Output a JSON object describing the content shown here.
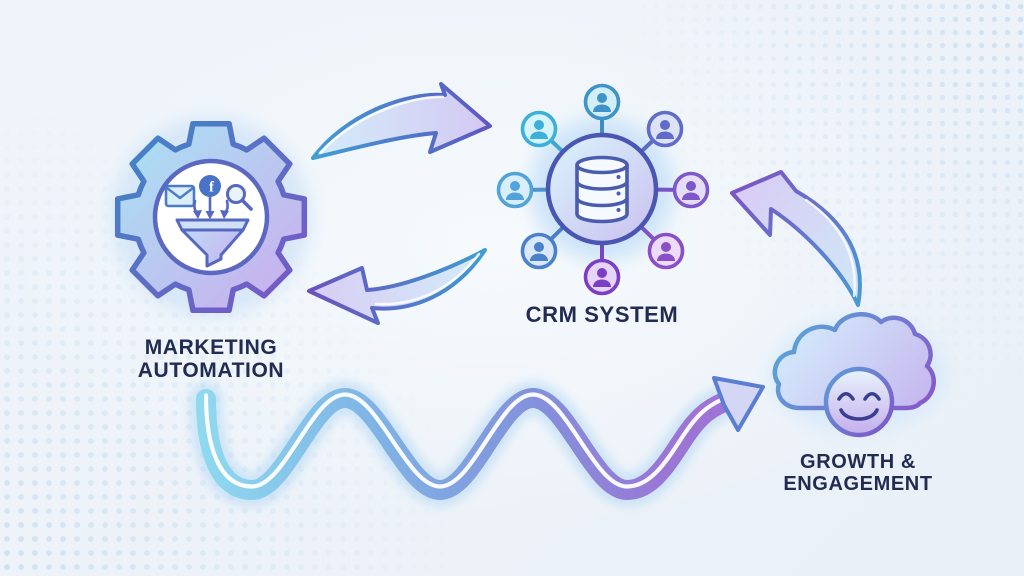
{
  "diagram": {
    "title": "Marketing automation flow diagram",
    "labels": {
      "marketing": {
        "line1": "MARKETING",
        "line2": "AUTOMATION"
      },
      "crm": {
        "label": "CRM SYSTEM"
      },
      "growth": {
        "line1": "GROWTH &",
        "line2": "ENGAGEMENT"
      }
    },
    "icons": {
      "gear": "gear-icon",
      "email": "email-envelope-icon",
      "facebook": "facebook-icon",
      "facebook_glyph": "f",
      "search": "search-magnifier-icon",
      "funnel": "funnel-icon",
      "database": "database-icon",
      "users": "user-icon",
      "cloud": "cloud-icon",
      "smiley": "smiley-face-icon"
    },
    "flow": [
      "Marketing Automation ⇄ CRM System (cycle arrows)",
      "Growth & Engagement → CRM System (feedback arrow)",
      "Marketing Automation → Growth & Engagement (wavy growth arrow)"
    ],
    "palette": {
      "background": "#eef4f9",
      "text_navy": "#222b52",
      "cyan": "#8fd9ef",
      "blue": "#4a7fc8",
      "indigo_stroke": "#5668c0",
      "purple": "#8a55c8",
      "light_fill_blue": "#d4ebf9",
      "light_fill_purple": "#d6cdf4",
      "dot_pattern": "#bcd7ec"
    }
  }
}
